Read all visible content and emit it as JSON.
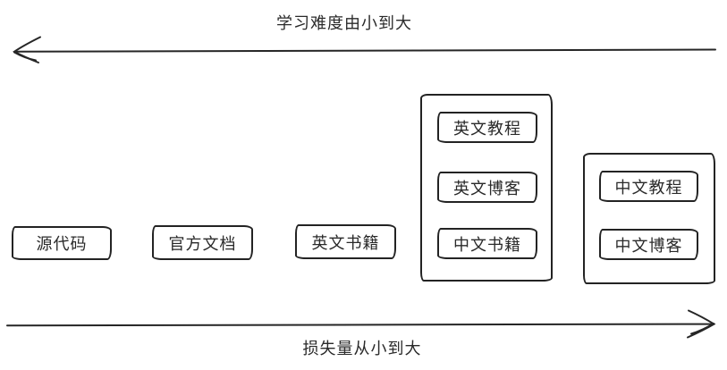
{
  "diagram": {
    "top_axis": {
      "label": "学习难度由小到大",
      "direction": "left"
    },
    "bottom_axis": {
      "label": "损失量从小到大",
      "direction": "right"
    },
    "standalone_boxes": [
      {
        "label": "源代码"
      },
      {
        "label": "官方文档"
      },
      {
        "label": "英文书籍"
      }
    ],
    "groups": [
      {
        "items": [
          {
            "label": "英文教程"
          },
          {
            "label": "英文博客"
          },
          {
            "label": "中文书籍"
          }
        ]
      },
      {
        "items": [
          {
            "label": "中文教程"
          },
          {
            "label": "中文博客"
          }
        ]
      }
    ],
    "colors": {
      "stroke": "#262626",
      "background": "#ffffff"
    }
  }
}
